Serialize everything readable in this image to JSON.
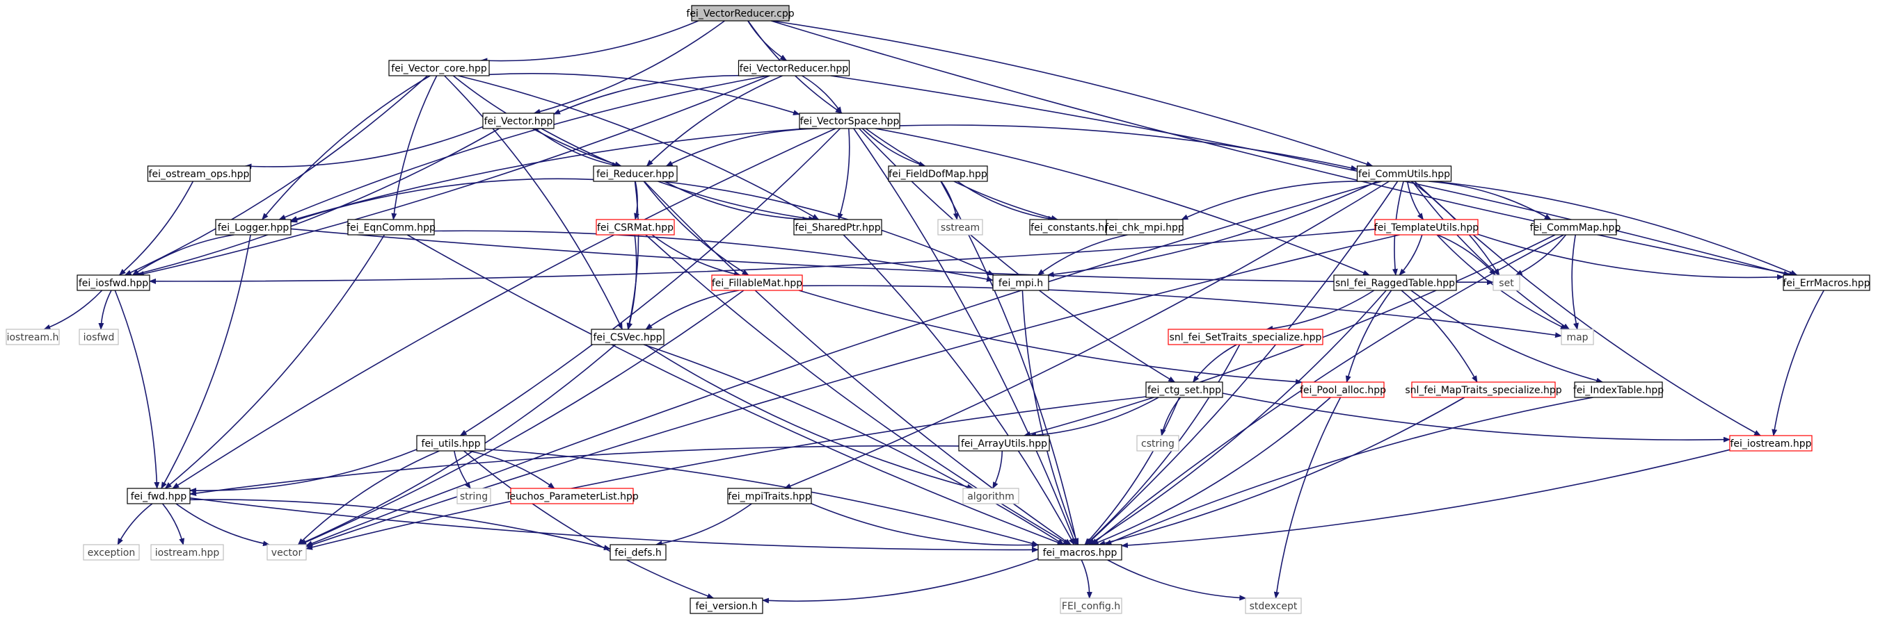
{
  "colors": {
    "edge": "#191970",
    "root_fill": "#bfbfbf",
    "box_border": "#000000",
    "incomplete_border": "#ff0000",
    "system_border": "#bfbfbf",
    "system_text": "#404040",
    "text": "#000000"
  },
  "nodes": [
    {
      "id": "root",
      "label": "fei_VectorReducer.cpp",
      "style": "root"
    },
    {
      "id": "vector_core",
      "label": "fei_Vector_core.hpp",
      "style": "normal"
    },
    {
      "id": "vectorreducer_hpp",
      "label": "fei_VectorReducer.hpp",
      "style": "normal"
    },
    {
      "id": "vector",
      "label": "fei_Vector.hpp",
      "style": "normal"
    },
    {
      "id": "vectorspace",
      "label": "fei_VectorSpace.hpp",
      "style": "normal"
    },
    {
      "id": "ostream_ops",
      "label": "fei_ostream_ops.hpp",
      "style": "normal"
    },
    {
      "id": "reducer",
      "label": "fei_Reducer.hpp",
      "style": "normal"
    },
    {
      "id": "fielddofmap",
      "label": "fei_FieldDofMap.hpp",
      "style": "normal"
    },
    {
      "id": "commutils",
      "label": "fei_CommUtils.hpp",
      "style": "normal"
    },
    {
      "id": "logger",
      "label": "fei_Logger.hpp",
      "style": "normal"
    },
    {
      "id": "eqncomm",
      "label": "fei_EqnComm.hpp",
      "style": "normal"
    },
    {
      "id": "csrmat",
      "label": "fei_CSRMat.hpp",
      "style": "incomplete"
    },
    {
      "id": "sharedptr",
      "label": "fei_SharedPtr.hpp",
      "style": "normal"
    },
    {
      "id": "sstream",
      "label": "sstream",
      "style": "system"
    },
    {
      "id": "constants",
      "label": "fei_constants.hpp",
      "style": "normal"
    },
    {
      "id": "chk_mpi",
      "label": "fei_chk_mpi.hpp",
      "style": "normal"
    },
    {
      "id": "templateutils",
      "label": "fei_TemplateUtils.hpp",
      "style": "incomplete"
    },
    {
      "id": "commmap",
      "label": "fei_CommMap.hpp",
      "style": "normal"
    },
    {
      "id": "iosfwd_hpp",
      "label": "fei_iosfwd.hpp",
      "style": "normal"
    },
    {
      "id": "fillablemat",
      "label": "fei_FillableMat.hpp",
      "style": "incomplete"
    },
    {
      "id": "mpi_h",
      "label": "fei_mpi.h",
      "style": "normal"
    },
    {
      "id": "set",
      "label": "set",
      "style": "system"
    },
    {
      "id": "raggedtable",
      "label": "snl_fei_RaggedTable.hpp",
      "style": "normal"
    },
    {
      "id": "errmacros",
      "label": "fei_ErrMacros.hpp",
      "style": "normal"
    },
    {
      "id": "iostream_h",
      "label": "iostream.h",
      "style": "system"
    },
    {
      "id": "iosfwd",
      "label": "iosfwd",
      "style": "system"
    },
    {
      "id": "csvec",
      "label": "fei_CSVec.hpp",
      "style": "normal"
    },
    {
      "id": "settraits",
      "label": "snl_fei_SetTraits_specialize.hpp",
      "style": "incomplete"
    },
    {
      "id": "map",
      "label": "map",
      "style": "system"
    },
    {
      "id": "ctg_set",
      "label": "fei_ctg_set.hpp",
      "style": "normal"
    },
    {
      "id": "pool_alloc",
      "label": "fei_Pool_alloc.hpp",
      "style": "incomplete"
    },
    {
      "id": "maptraits",
      "label": "snl_fei_MapTraits_specialize.hpp",
      "style": "incomplete"
    },
    {
      "id": "indextable",
      "label": "fei_IndexTable.hpp",
      "style": "normal"
    },
    {
      "id": "utils",
      "label": "fei_utils.hpp",
      "style": "normal"
    },
    {
      "id": "arrayutils",
      "label": "fei_ArrayUtils.hpp",
      "style": "normal"
    },
    {
      "id": "cstring",
      "label": "cstring",
      "style": "system"
    },
    {
      "id": "iostream_hpp",
      "label": "fei_iostream.hpp",
      "style": "incomplete"
    },
    {
      "id": "fwd",
      "label": "fei_fwd.hpp",
      "style": "normal"
    },
    {
      "id": "string",
      "label": "string",
      "style": "system"
    },
    {
      "id": "paramlist",
      "label": "Teuchos_ParameterList.hpp",
      "style": "incomplete"
    },
    {
      "id": "mpitraits",
      "label": "fei_mpiTraits.hpp",
      "style": "normal"
    },
    {
      "id": "algorithm",
      "label": "algorithm",
      "style": "system"
    },
    {
      "id": "exception",
      "label": "exception",
      "style": "system"
    },
    {
      "id": "iostream_hpp2",
      "label": "iostream.hpp",
      "style": "system"
    },
    {
      "id": "vector_sys",
      "label": "vector",
      "style": "system"
    },
    {
      "id": "defs",
      "label": "fei_defs.h",
      "style": "normal"
    },
    {
      "id": "macros",
      "label": "fei_macros.hpp",
      "style": "normal"
    },
    {
      "id": "version",
      "label": "fei_version.h",
      "style": "normal"
    },
    {
      "id": "feiconfig",
      "label": "FEI_config.h",
      "style": "system"
    },
    {
      "id": "stdexcept",
      "label": "stdexcept",
      "style": "system"
    }
  ],
  "edges": [
    [
      "root",
      "vector_core"
    ],
    [
      "root",
      "vectorreducer_hpp"
    ],
    [
      "root",
      "vector"
    ],
    [
      "root",
      "vectorspace"
    ],
    [
      "root",
      "commutils"
    ],
    [
      "root",
      "errmacros"
    ],
    [
      "vector_core",
      "iosfwd_hpp"
    ],
    [
      "vector_core",
      "logger"
    ],
    [
      "vector_core",
      "vectorspace"
    ],
    [
      "vector_core",
      "reducer"
    ],
    [
      "vector_core",
      "sharedptr"
    ],
    [
      "vector_core",
      "eqncomm"
    ],
    [
      "vector_core",
      "csvec"
    ],
    [
      "vectorreducer_hpp",
      "vector"
    ],
    [
      "vectorreducer_hpp",
      "vectorspace"
    ],
    [
      "vectorreducer_hpp",
      "reducer"
    ],
    [
      "vectorreducer_hpp",
      "iosfwd_hpp"
    ],
    [
      "vectorreducer_hpp",
      "logger"
    ],
    [
      "vectorreducer_hpp",
      "errmacros"
    ],
    [
      "vector",
      "reducer"
    ],
    [
      "vector",
      "ostream_ops"
    ],
    [
      "vector",
      "sharedptr"
    ],
    [
      "vector",
      "iosfwd_hpp"
    ],
    [
      "vectorspace",
      "reducer"
    ],
    [
      "vectorspace",
      "sharedptr"
    ],
    [
      "vectorspace",
      "fielddofmap"
    ],
    [
      "vectorspace",
      "commutils"
    ],
    [
      "vectorspace",
      "constants"
    ],
    [
      "vectorspace",
      "raggedtable"
    ],
    [
      "vectorspace",
      "ctg_set"
    ],
    [
      "vectorspace",
      "macros"
    ],
    [
      "vectorspace",
      "fwd"
    ],
    [
      "vectorspace",
      "utils"
    ],
    [
      "vectorspace",
      "logger"
    ],
    [
      "ostream_ops",
      "iosfwd_hpp"
    ],
    [
      "reducer",
      "logger"
    ],
    [
      "reducer",
      "csrmat"
    ],
    [
      "reducer",
      "sharedptr"
    ],
    [
      "reducer",
      "csvec"
    ],
    [
      "reducer",
      "fillablemat"
    ],
    [
      "reducer",
      "mpi_h"
    ],
    [
      "reducer",
      "macros"
    ],
    [
      "fielddofmap",
      "sstream"
    ],
    [
      "fielddofmap",
      "constants"
    ],
    [
      "fielddofmap",
      "macros"
    ],
    [
      "commutils",
      "chk_mpi"
    ],
    [
      "commutils",
      "mpi_h"
    ],
    [
      "commutils",
      "templateutils"
    ],
    [
      "commutils",
      "commmap"
    ],
    [
      "commutils",
      "raggedtable"
    ],
    [
      "commutils",
      "set"
    ],
    [
      "commutils",
      "map"
    ],
    [
      "commutils",
      "errmacros"
    ],
    [
      "commutils",
      "iostream_hpp"
    ],
    [
      "commutils",
      "macros"
    ],
    [
      "commutils",
      "vector_sys"
    ],
    [
      "commutils",
      "mpitraits"
    ],
    [
      "logger",
      "iosfwd_hpp"
    ],
    [
      "logger",
      "fwd"
    ],
    [
      "logger",
      "set"
    ],
    [
      "eqncomm",
      "fwd"
    ],
    [
      "eqncomm",
      "macros"
    ],
    [
      "eqncomm",
      "mpi_h"
    ],
    [
      "csrmat",
      "fillablemat"
    ],
    [
      "csrmat",
      "csvec"
    ],
    [
      "csrmat",
      "macros"
    ],
    [
      "sharedptr",
      "macros"
    ],
    [
      "chk_mpi",
      "mpi_h"
    ],
    [
      "templateutils",
      "set"
    ],
    [
      "templateutils",
      "map"
    ],
    [
      "templateutils",
      "raggedtable"
    ],
    [
      "templateutils",
      "errmacros"
    ],
    [
      "templateutils",
      "iosfwd_hpp"
    ],
    [
      "templateutils",
      "vector_sys"
    ],
    [
      "commmap",
      "set"
    ],
    [
      "commmap",
      "map"
    ],
    [
      "commmap",
      "arrayutils"
    ],
    [
      "commmap",
      "macros"
    ],
    [
      "iosfwd_hpp",
      "iostream_h"
    ],
    [
      "iosfwd_hpp",
      "iosfwd"
    ],
    [
      "iosfwd_hpp",
      "fwd"
    ],
    [
      "fillablemat",
      "csvec"
    ],
    [
      "fillablemat",
      "map"
    ],
    [
      "fillablemat",
      "pool_alloc"
    ],
    [
      "fillablemat",
      "vector_sys"
    ],
    [
      "mpi_h",
      "macros"
    ],
    [
      "raggedtable",
      "settraits"
    ],
    [
      "raggedtable",
      "pool_alloc"
    ],
    [
      "raggedtable",
      "maptraits"
    ],
    [
      "raggedtable",
      "indextable"
    ],
    [
      "raggedtable",
      "macros"
    ],
    [
      "errmacros",
      "iostream_hpp"
    ],
    [
      "csvec",
      "vector_sys"
    ],
    [
      "csvec",
      "algorithm"
    ],
    [
      "csvec",
      "macros"
    ],
    [
      "settraits",
      "ctg_set"
    ],
    [
      "settraits",
      "macros"
    ],
    [
      "ctg_set",
      "cstring"
    ],
    [
      "ctg_set",
      "arrayutils"
    ],
    [
      "ctg_set",
      "iostream_hpp"
    ],
    [
      "ctg_set",
      "macros"
    ],
    [
      "ctg_set",
      "vector_sys"
    ],
    [
      "pool_alloc",
      "macros"
    ],
    [
      "pool_alloc",
      "stdexcept"
    ],
    [
      "maptraits",
      "macros"
    ],
    [
      "indextable",
      "macros"
    ],
    [
      "utils",
      "fwd"
    ],
    [
      "utils",
      "string"
    ],
    [
      "utils",
      "paramlist"
    ],
    [
      "utils",
      "vector_sys"
    ],
    [
      "utils",
      "macros"
    ],
    [
      "utils",
      "version"
    ],
    [
      "arrayutils",
      "algorithm"
    ],
    [
      "arrayutils",
      "fwd"
    ],
    [
      "iostream_hpp",
      "macros"
    ],
    [
      "fwd",
      "exception"
    ],
    [
      "fwd",
      "iostream_hpp2"
    ],
    [
      "fwd",
      "vector_sys"
    ],
    [
      "fwd",
      "defs"
    ],
    [
      "fwd",
      "macros"
    ],
    [
      "mpitraits",
      "defs"
    ],
    [
      "mpitraits",
      "macros"
    ],
    [
      "macros",
      "feiconfig"
    ],
    [
      "macros",
      "stdexcept"
    ],
    [
      "macros",
      "version"
    ]
  ]
}
